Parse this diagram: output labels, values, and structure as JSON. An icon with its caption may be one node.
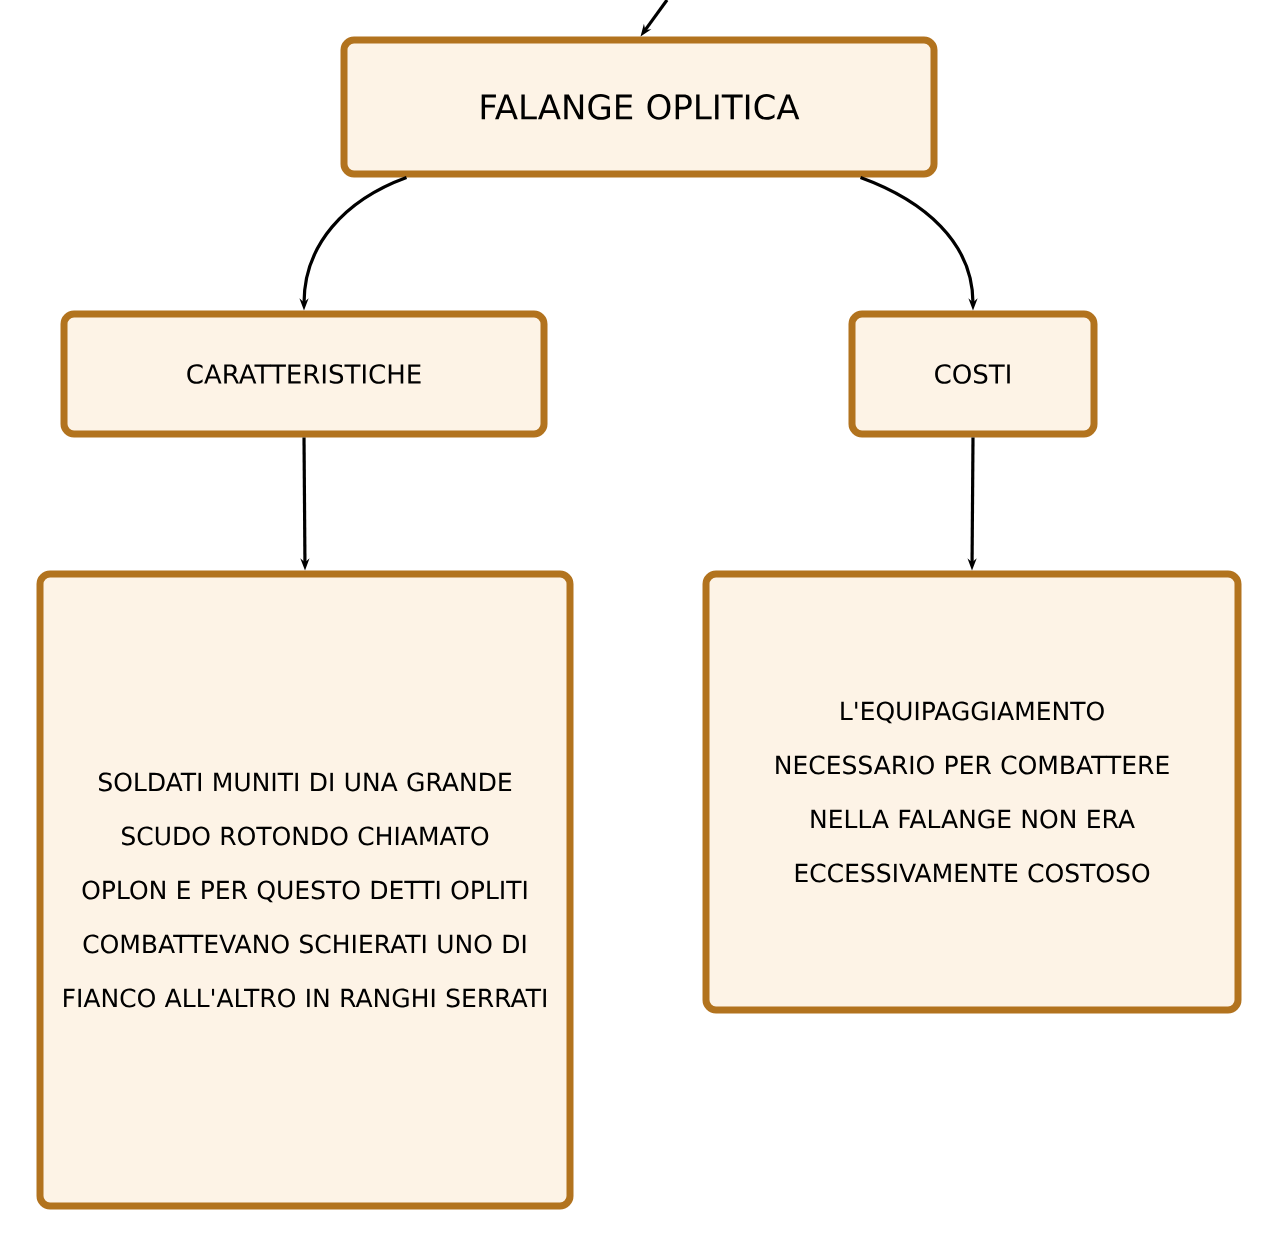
{
  "diagram": {
    "nodes": [
      {
        "text": [
          "FALANGE OPLITICA"
        ]
      },
      {
        "text": [
          "CARATTERISTICHE"
        ]
      },
      {
        "text": [
          "COSTI"
        ]
      },
      {
        "text": [
          "SOLDATI MUNITI DI UNA GRANDE SCUDO ROTONDO CHIAMATO OPLON E PER QUESTO DETTI OPLITI COMBATTEVANO SCHIERATI UNO DI FIANCO ALL'ALTRO IN RANGHI SERRATI"
        ]
      },
      {
        "text": [
          "L'EQUIPAGGIAMENTO NECESSARIO PER COMBATTERE NELLA FALANGE NON ERA ECCESSIVAMENTE COSTOSO"
        ]
      }
    ],
    "edges": [
      {
        "from": null,
        "to": 0,
        "arrow": "to"
      },
      {
        "from": 0,
        "to": 1,
        "arrow": "to"
      },
      {
        "from": 0,
        "to": 2,
        "arrow": "to"
      },
      {
        "from": 1,
        "to": 3,
        "arrow": "to"
      },
      {
        "from": 2,
        "to": 4,
        "arrow": "to"
      }
    ]
  }
}
